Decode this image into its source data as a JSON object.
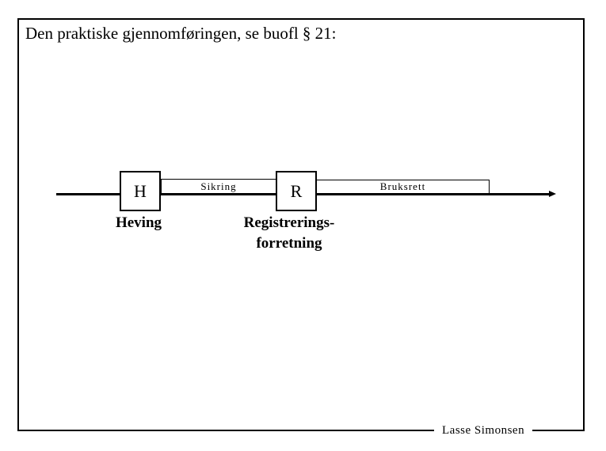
{
  "slide": {
    "title": "Den praktiske gjennomføringen, se buofl § 21:",
    "footer": "Lasse Simonsen"
  },
  "diagram": {
    "type": "timeline",
    "nodes": {
      "h": {
        "letter": "H",
        "label": "Heving"
      },
      "r": {
        "letter": "R",
        "label_lines": [
          "Registrerings-",
          "forretning"
        ]
      }
    },
    "segments": {
      "sikring": {
        "label": "Sikring"
      },
      "bruksrett": {
        "label": "Bruksrett"
      }
    }
  },
  "colors": {
    "ink": "#000000",
    "paper": "#ffffff"
  }
}
